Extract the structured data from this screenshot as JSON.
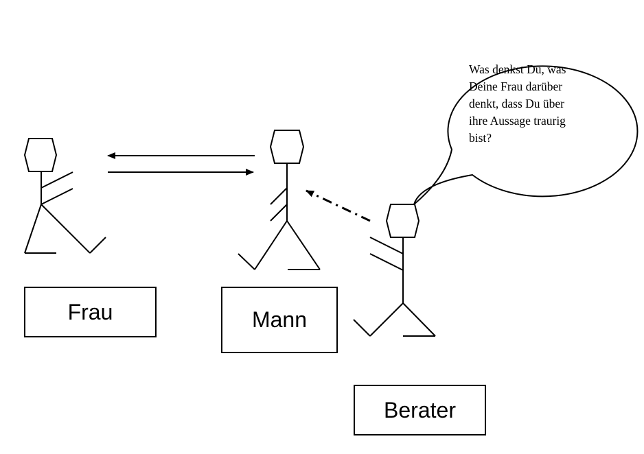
{
  "labels": {
    "frau": "Frau",
    "mann": "Mann",
    "berater": "Berater"
  },
  "speech_bubble": {
    "text": "Was denkst Du, was\nDeine Frau darüber\ndenkt,  dass Du über\nihre Aussage traurig\nbist?"
  },
  "colors": {
    "line": "#000000",
    "background": "#ffffff"
  }
}
